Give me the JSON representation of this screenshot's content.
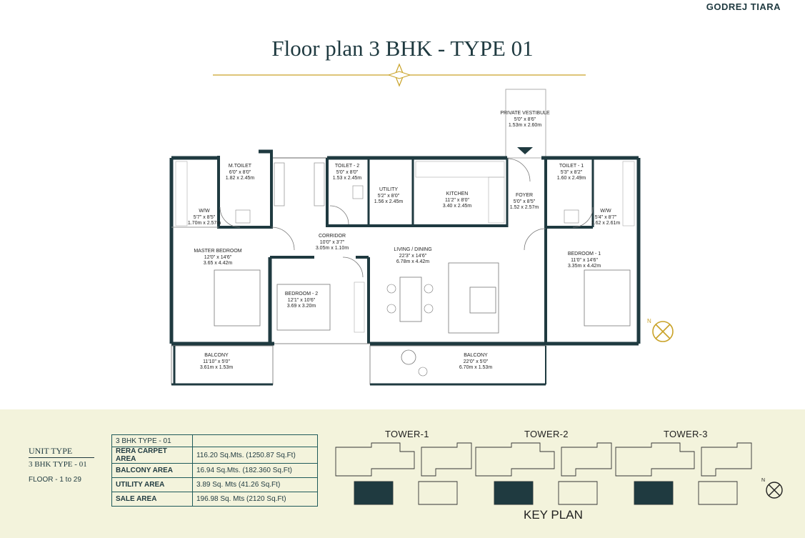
{
  "brand": "GODREJ TIARA",
  "title": "Floor plan 3 BHK - TYPE 01",
  "rooms": {
    "private_vestibule": {
      "name": "PRIVATE VESTIBULE",
      "ft": "5'0\" x 8'6\"",
      "m": "1.53m x 2.60m"
    },
    "m_toilet": {
      "name": "M.TOILET",
      "ft": "6'0\" x 8'0\"",
      "m": "1.82 x 2.45m"
    },
    "toilet_2": {
      "name": "TOILET - 2",
      "ft": "5'0\" x 8'0\"",
      "m": "1.53 x 2.45m"
    },
    "utility": {
      "name": "UTILITY",
      "ft": "5'2\" x 8'0\"",
      "m": "1.56 x 2.45m"
    },
    "kitchen": {
      "name": "KITCHEN",
      "ft": "11'2\" x 8'0\"",
      "m": "3.40 x 2.45m"
    },
    "foyer": {
      "name": "FOYER",
      "ft": "5'0\" x 8'5\"",
      "m": "1.52 x 2.57m"
    },
    "toilet_1": {
      "name": "TOILET - 1",
      "ft": "5'3\" x 8'2\"",
      "m": "1.60 x 2.49m"
    },
    "ww_left": {
      "name": "W/W",
      "ft": "5'7\" x 8'5\"",
      "m": "1.70m x 2.57m"
    },
    "ww_right": {
      "name": "W/W",
      "ft": "5'4\" x 8'7\"",
      "m": "1.62 x 2.61m"
    },
    "corridor": {
      "name": "CORRIDOR",
      "ft": "10'0\" x 3'7\"",
      "m": "3.05m x 1.10m"
    },
    "master_bedroom": {
      "name": "MASTER BEDROOM",
      "ft": "12'0\" x 14'6\"",
      "m": "3.65 x 4.42m"
    },
    "living": {
      "name": "LIVING / DINING",
      "ft": "22'3\" x 14'6\"",
      "m": "6.78m x 4.42m"
    },
    "bedroom_1": {
      "name": "BEDROOM - 1",
      "ft": "11'0\" x 14'6\"",
      "m": "3.35m x 4.42m"
    },
    "bedroom_2": {
      "name": "BEDROOM - 2",
      "ft": "12'1\" x 10'6\"",
      "m": "3.69 x 3.20m"
    },
    "balcony_left": {
      "name": "BALCONY",
      "ft": "11'10\" x 5'0\"",
      "m": "3.61m x 1.53m"
    },
    "balcony_right": {
      "name": "BALCONY",
      "ft": "22'0\" x 5'0\"",
      "m": "6.70m x 1.53m"
    }
  },
  "unit": {
    "heading": "UNIT TYPE",
    "value": "3 BHK TYPE - 01",
    "floor": "FLOOR - 1 to 29"
  },
  "area_table": {
    "header": "3 BHK TYPE - 01",
    "rows": [
      {
        "label": "RERA CARPET AREA",
        "value": "116.20 Sq.Mts. (1250.87 Sq.Ft)"
      },
      {
        "label": "BALCONY AREA",
        "value": "16.94 Sq.Mts. (182.360 Sq.Ft)"
      },
      {
        "label": "UTILITY AREA",
        "value": "3.89 Sq. Mts (41.26 Sq.Ft)"
      },
      {
        "label": "SALE AREA",
        "value": "196.98 Sq. Mts (2120 Sq.Ft)"
      }
    ]
  },
  "key_plan": {
    "title": "KEY PLAN",
    "towers": [
      "TOWER-1",
      "TOWER-2",
      "TOWER-3"
    ]
  },
  "colors": {
    "wall": "#1f3a40",
    "gold": "#c9a227",
    "panel": "#f3f3dc"
  }
}
